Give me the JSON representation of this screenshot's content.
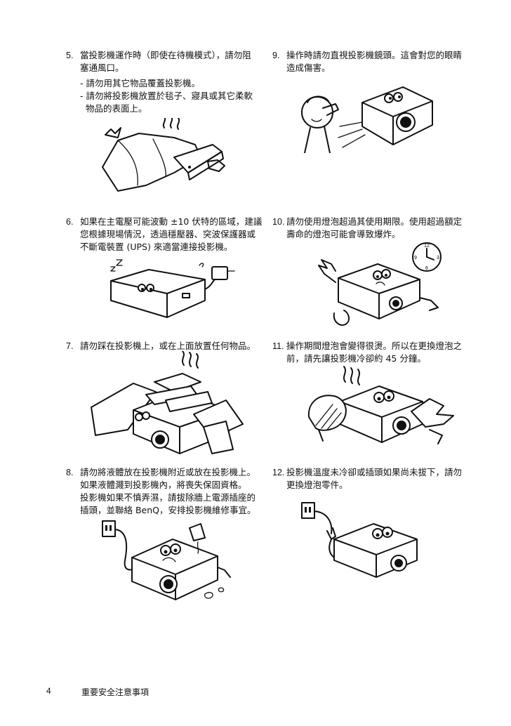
{
  "items": [
    {
      "number": "5.",
      "lines": [
        "當投影機運作時（即使在待機模式），請勿阻",
        "塞通風口。"
      ],
      "bullets": [
        "- 請勿用其它物品覆蓋投影機。",
        "- 請勿將投影機放置於毯子、寢具或其它柔軟",
        "  物品的表面上。"
      ]
    },
    {
      "number": "6.",
      "lines": [
        "如果在主電壓可能波動 ±10 伏特的區域，建議",
        "您根據現場情況，透過穩壓器、突波保護器或",
        "不斷電裝置 (UPS) 來適當連接投影機。"
      ]
    },
    {
      "number": "7.",
      "lines": [
        "請勿踩在投影機上，或在上面放置任何物品。"
      ]
    },
    {
      "number": "8.",
      "lines": [
        "請勿將液體放在投影機附近或放在投影機上。",
        "如果液體濺到投影機內，將喪失保固資格。",
        "投影機如果不慎弄濕，請拔除牆上電源插座的",
        "插頭，並聯絡 BenQ，安排投影機維修事宜。"
      ]
    },
    {
      "number": "9.",
      "lines": [
        "操作時請勿直視投影機鏡頭。這會對您的眼睛",
        "造成傷害。"
      ]
    },
    {
      "number": "10.",
      "lines": [
        "請勿使用燈泡超過其使用期限。使用超過額定",
        "壽命的燈泡可能會導致爆炸。"
      ]
    },
    {
      "number": "11.",
      "lines": [
        "操作期間燈泡會變得很燙。所以在更換燈泡之",
        "前，請先讓投影機冷卻約 45 分鐘。"
      ]
    },
    {
      "number": "12.",
      "lines": [
        "投影機溫度未冷卻或插頭如果尚未拔下，請勿",
        "更換燈泡零件。"
      ]
    }
  ],
  "clock": {
    "n12": "12",
    "n3": "3",
    "n6": "6",
    "n9": "9"
  },
  "footer": {
    "page_number": "4",
    "section_title": "重要安全注意事項"
  }
}
